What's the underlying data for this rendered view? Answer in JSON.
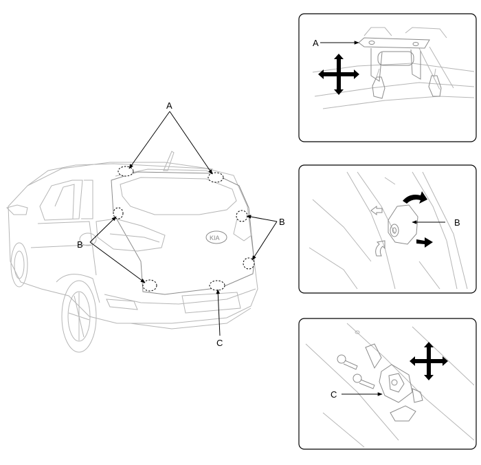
{
  "labels": {
    "a": "A",
    "b_left": "B",
    "b_right": "B",
    "c": "C"
  },
  "panels": {
    "hinge": {
      "label": "A"
    },
    "bumper": {
      "label": "B"
    },
    "striker": {
      "label": "C"
    }
  },
  "colors": {
    "outline": "#000000",
    "sketch": "#b5b5b5"
  }
}
